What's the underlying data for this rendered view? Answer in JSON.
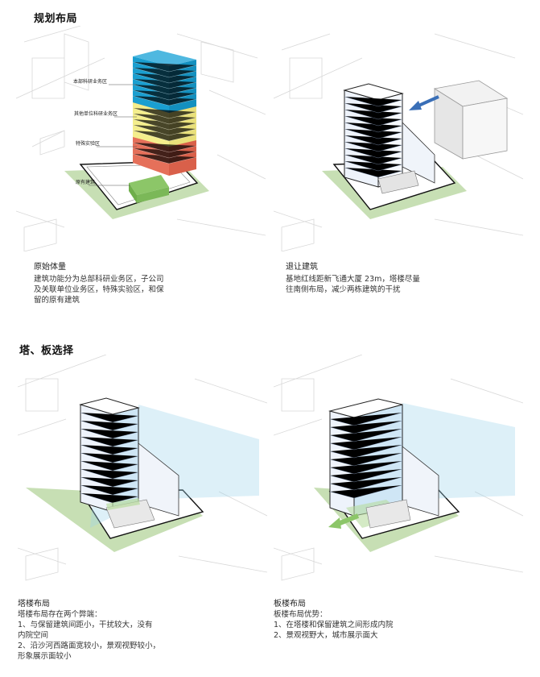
{
  "sections": [
    {
      "title": "规划布局"
    },
    {
      "title": "塔、板选择"
    }
  ],
  "panels": [
    {
      "title": "原始体量",
      "body": "建筑功能分为总部科研业务区，子公司\n及关联单位业务区，特殊实验区，和保\n留的原有建筑",
      "labels": [
        "本部科研业务区",
        "其他单位科研业务区",
        "特殊实验区",
        "原有建筑"
      ]
    },
    {
      "title": "退让建筑",
      "body": "基地红线距新飞通大厦 23m，塔楼尽量\n往南侧布局，减少两栋建筑的干扰"
    },
    {
      "title": "塔楼布局",
      "body": "塔楼布局存在两个弊端：\n1、与保留建筑间距小，干扰较大，没有\n内院空间\n2、沿沙河西路面宽较小，景观视野较小，\n形象展示面较小"
    },
    {
      "title": "板楼布局",
      "body": "板楼布局优势：\n1、在塔楼和保留建筑之间形成内院\n2、景观视野大，城市展示面大"
    }
  ],
  "colors": {
    "blue": "#1a9fd0",
    "yellow": "#f4ee8c",
    "red": "#e5705a",
    "green": "#8cc668",
    "ground": "#c7dfb4",
    "view": "#9fd3ec",
    "arrow": "#3a6fb7"
  },
  "icons": [
    "arrow-left-icon",
    "arrow-down-left-icon"
  ]
}
